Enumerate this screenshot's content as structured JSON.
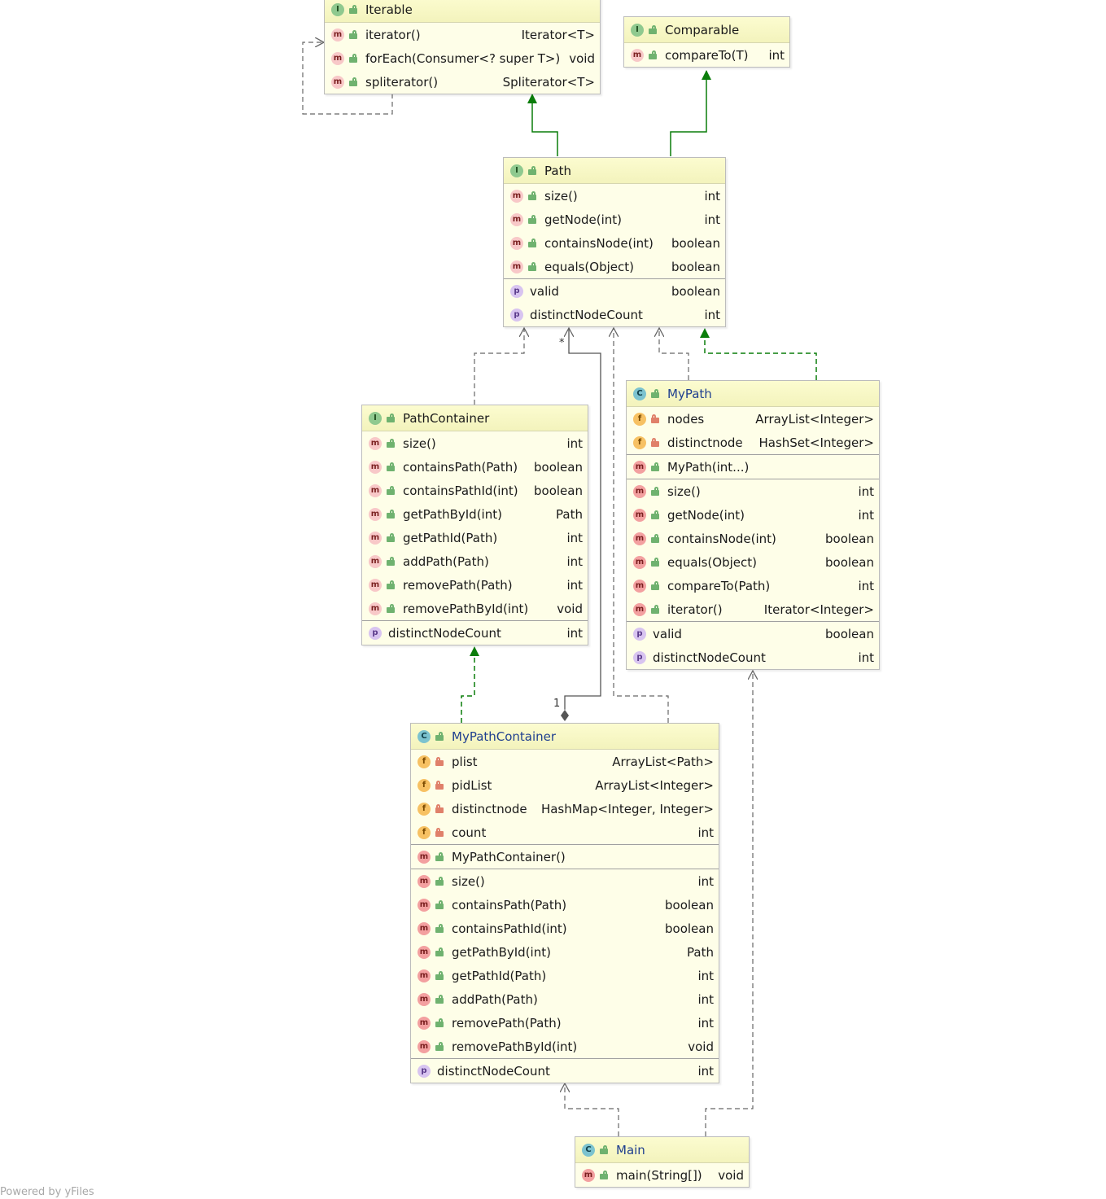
{
  "classes": {
    "iterable": {
      "kind": "I",
      "name": "Iterable",
      "members": [
        {
          "icon": "m",
          "name": "iterator()",
          "type": "Iterator<T>"
        },
        {
          "icon": "m",
          "name": "forEach(Consumer<? super T>)",
          "type": "void"
        },
        {
          "icon": "m",
          "name": "spliterator()",
          "type": "Spliterator<T>"
        }
      ]
    },
    "comparable": {
      "kind": "I",
      "name": "Comparable",
      "members": [
        {
          "icon": "m",
          "name": "compareTo(T)",
          "type": "int"
        }
      ]
    },
    "path": {
      "kind": "I",
      "name": "Path",
      "methods": [
        {
          "icon": "m",
          "name": "size()",
          "type": "int"
        },
        {
          "icon": "m",
          "name": "getNode(int)",
          "type": "int"
        },
        {
          "icon": "m",
          "name": "containsNode(int)",
          "type": "boolean"
        },
        {
          "icon": "m",
          "name": "equals(Object)",
          "type": "boolean"
        }
      ],
      "properties": [
        {
          "icon": "p",
          "name": "valid",
          "type": "boolean"
        },
        {
          "icon": "p",
          "name": "distinctNodeCount",
          "type": "int"
        }
      ]
    },
    "pathContainer": {
      "kind": "I",
      "name": "PathContainer",
      "methods": [
        {
          "icon": "m",
          "name": "size()",
          "type": "int"
        },
        {
          "icon": "m",
          "name": "containsPath(Path)",
          "type": "boolean"
        },
        {
          "icon": "m",
          "name": "containsPathId(int)",
          "type": "boolean"
        },
        {
          "icon": "m",
          "name": "getPathById(int)",
          "type": "Path"
        },
        {
          "icon": "m",
          "name": "getPathId(Path)",
          "type": "int"
        },
        {
          "icon": "m",
          "name": "addPath(Path)",
          "type": "int"
        },
        {
          "icon": "m",
          "name": "removePath(Path)",
          "type": "int"
        },
        {
          "icon": "m",
          "name": "removePathById(int)",
          "type": "void"
        }
      ],
      "properties": [
        {
          "icon": "p",
          "name": "distinctNodeCount",
          "type": "int"
        }
      ]
    },
    "myPath": {
      "kind": "C",
      "name": "MyPath",
      "fields": [
        {
          "icon": "f",
          "name": "nodes",
          "type": "ArrayList<Integer>"
        },
        {
          "icon": "f",
          "name": "distinctnode",
          "type": "HashSet<Integer>"
        }
      ],
      "constructors": [
        {
          "icon": "m",
          "name": "MyPath(int...)",
          "type": ""
        }
      ],
      "methods": [
        {
          "icon": "m",
          "name": "size()",
          "type": "int"
        },
        {
          "icon": "m",
          "name": "getNode(int)",
          "type": "int"
        },
        {
          "icon": "m",
          "name": "containsNode(int)",
          "type": "boolean"
        },
        {
          "icon": "m",
          "name": "equals(Object)",
          "type": "boolean"
        },
        {
          "icon": "m",
          "name": "compareTo(Path)",
          "type": "int"
        },
        {
          "icon": "m",
          "name": "iterator()",
          "type": "Iterator<Integer>"
        }
      ],
      "properties": [
        {
          "icon": "p",
          "name": "valid",
          "type": "boolean"
        },
        {
          "icon": "p",
          "name": "distinctNodeCount",
          "type": "int"
        }
      ]
    },
    "myPathContainer": {
      "kind": "C",
      "name": "MyPathContainer",
      "fields": [
        {
          "icon": "f",
          "name": "plist",
          "type": "ArrayList<Path>"
        },
        {
          "icon": "f",
          "name": "pidList",
          "type": "ArrayList<Integer>"
        },
        {
          "icon": "f",
          "name": "distinctnode",
          "type": "HashMap<Integer, Integer>"
        },
        {
          "icon": "f",
          "name": "count",
          "type": "int"
        }
      ],
      "constructors": [
        {
          "icon": "m",
          "name": "MyPathContainer()",
          "type": ""
        }
      ],
      "methods": [
        {
          "icon": "m",
          "name": "size()",
          "type": "int"
        },
        {
          "icon": "m",
          "name": "containsPath(Path)",
          "type": "boolean"
        },
        {
          "icon": "m",
          "name": "containsPathId(int)",
          "type": "boolean"
        },
        {
          "icon": "m",
          "name": "getPathById(int)",
          "type": "Path"
        },
        {
          "icon": "m",
          "name": "getPathId(Path)",
          "type": "int"
        },
        {
          "icon": "m",
          "name": "addPath(Path)",
          "type": "int"
        },
        {
          "icon": "m",
          "name": "removePath(Path)",
          "type": "int"
        },
        {
          "icon": "m",
          "name": "removePathById(int)",
          "type": "void"
        }
      ],
      "properties": [
        {
          "icon": "p",
          "name": "distinctNodeCount",
          "type": "int"
        }
      ]
    },
    "main": {
      "kind": "C",
      "name": "Main",
      "methods": [
        {
          "icon": "m",
          "name": "main(String[])",
          "type": "void"
        }
      ]
    }
  },
  "association": {
    "many": "*",
    "one": "1"
  },
  "footer": "Powered by yFiles",
  "colors": {
    "inheritance": "#0a7d0a",
    "dependency": "#666666",
    "header": "#f6f6c2"
  }
}
